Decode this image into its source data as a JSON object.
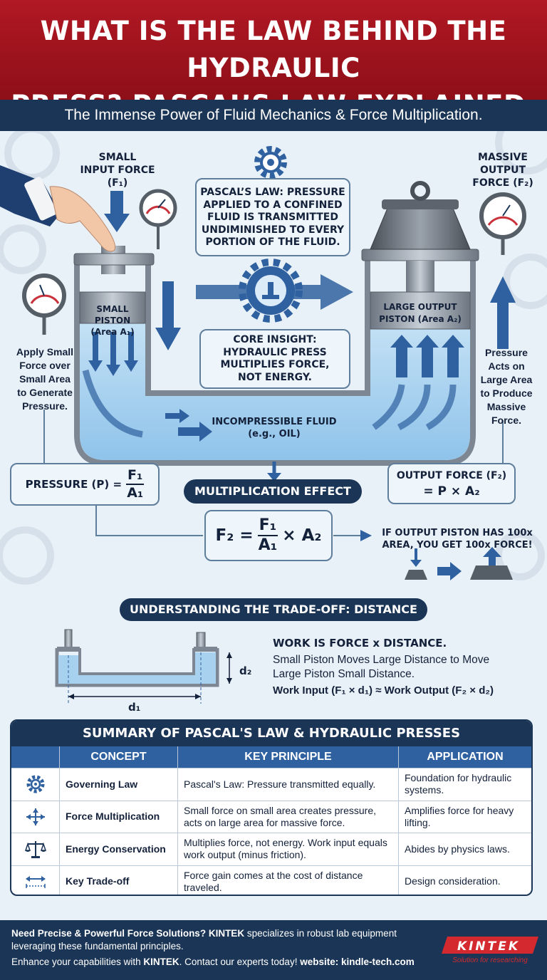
{
  "header": {
    "title_line1": "WHAT IS THE LAW BEHIND THE HYDRAULIC",
    "title_line2": "PRESS? PASCAL’S LAW EXPLAINED.",
    "subtitle": "The Immense Power of Fluid Mechanics & Force Multiplication."
  },
  "diagram": {
    "input_force_line1": "SMALL",
    "input_force_line2": "INPUT FORCE",
    "input_force_symbol": "(F₁)",
    "output_force_line1": "MASSIVE",
    "output_force_line2": "OUTPUT",
    "output_force_line3": "FORCE (F₂)",
    "pascal_law_line1": "PASCAL’S LAW: PRESSURE",
    "pascal_law_line2": "APPLIED TO A CONFINED",
    "pascal_law_line3": "FLUID IS TRANSMITTED",
    "pascal_law_line4": "UNDIMINISHED TO EVERY",
    "pascal_law_line5": "PORTION OF THE FLUID.",
    "small_piston_line1": "SMALL",
    "small_piston_line2": "PISTON",
    "small_piston_line3": "(Area A₁)",
    "large_piston_line1": "LARGE OUTPUT",
    "large_piston_line2": "PISTON (Area A₂)",
    "core_insight_line1": "CORE INSIGHT:",
    "core_insight_line2": "HYDRAULIC PRESS",
    "core_insight_line3": "MULTIPLIES FORCE,",
    "core_insight_line4": "NOT ENERGY.",
    "left_note_line1": "Apply Small",
    "left_note_line2": "Force over",
    "left_note_line3": "Small Area",
    "left_note_line4": "to Generate",
    "left_note_line5": "Pressure.",
    "right_note_line1": "Pressure",
    "right_note_line2": "Acts on",
    "right_note_line3": "Large Area",
    "right_note_line4": "to Produce",
    "right_note_line5": "Massive",
    "right_note_line6": "Force.",
    "fluid_line1": "INCOMPRESSIBLE FLUID",
    "fluid_line2": "(e.g., OIL)"
  },
  "formulas": {
    "pressure_label": "PRESSURE (P) =",
    "pressure_num": "F₁",
    "pressure_den": "A₁",
    "multiplication_effect": "MULTIPLICATION EFFECT",
    "f2_left": "F₂ =",
    "f2_num": "F₁",
    "f2_den": "A₁",
    "f2_right": "× A₂",
    "output_line1": "OUTPUT FORCE (F₂)",
    "output_line2": "= P × A₂",
    "example_line1": "IF OUTPUT PISTON HAS 100x",
    "example_line2": "AREA, YOU GET 100x FORCE!"
  },
  "tradeoff": {
    "title": "UNDERSTANDING THE TRADE-OFF: DISTANCE",
    "d1": "d₁",
    "d2": "d₂",
    "work_title": "WORK IS FORCE x DISTANCE.",
    "desc_line1": "Small Piston Moves Large Distance to Move",
    "desc_line2": "Large Piston Small Distance.",
    "work_eq": "Work Input (F₁ × d₁) ≈ Work Output (F₂ × d₂)"
  },
  "summary": {
    "title": "SUMMARY OF PASCAL'S LAW & HYDRAULIC PRESSES",
    "headers": [
      "CONCEPT",
      "KEY PRINCIPLE",
      "APPLICATION"
    ],
    "rows": [
      {
        "icon": "gear-icon",
        "concept": "Governing Law",
        "principle": "Pascal's Law: Pressure transmitted equally.",
        "application": "Foundation for hydraulic systems."
      },
      {
        "icon": "arrows-expand-icon",
        "concept": "Force Multiplication",
        "principle": "Small force on small area creates pressure, acts on large area for massive force.",
        "application": "Amplifies force for heavy lifting."
      },
      {
        "icon": "balance-scale-icon",
        "concept": "Energy Conservation",
        "principle": "Multiplies force, not energy. Work input equals work output (minus friction).",
        "application": "Abides by physics laws."
      },
      {
        "icon": "double-arrow-icon",
        "concept": "Key Trade-off",
        "principle": "Force gain comes at the cost of distance traveled.",
        "application": "Design consideration."
      }
    ]
  },
  "footer": {
    "line1_a": "Need Precise & Powerful Force Solutions? KINTEK",
    "line1_b": " specializes in robust lab equipment",
    "line2": "leveraging these fundamental principles.",
    "line3_a": "Enhance your capabilities with ",
    "line3_b": "KINTEK",
    "line3_c": ". Contact our experts today! ",
    "line3_d": "website: kindle-tech.com",
    "logo_text": "KINTEK",
    "logo_tagline": "Solution for researching"
  },
  "colors": {
    "title_red": "#b11823",
    "navy": "#1b3556",
    "blue": "#2f61a0",
    "fluid": "#a8d1ef"
  }
}
